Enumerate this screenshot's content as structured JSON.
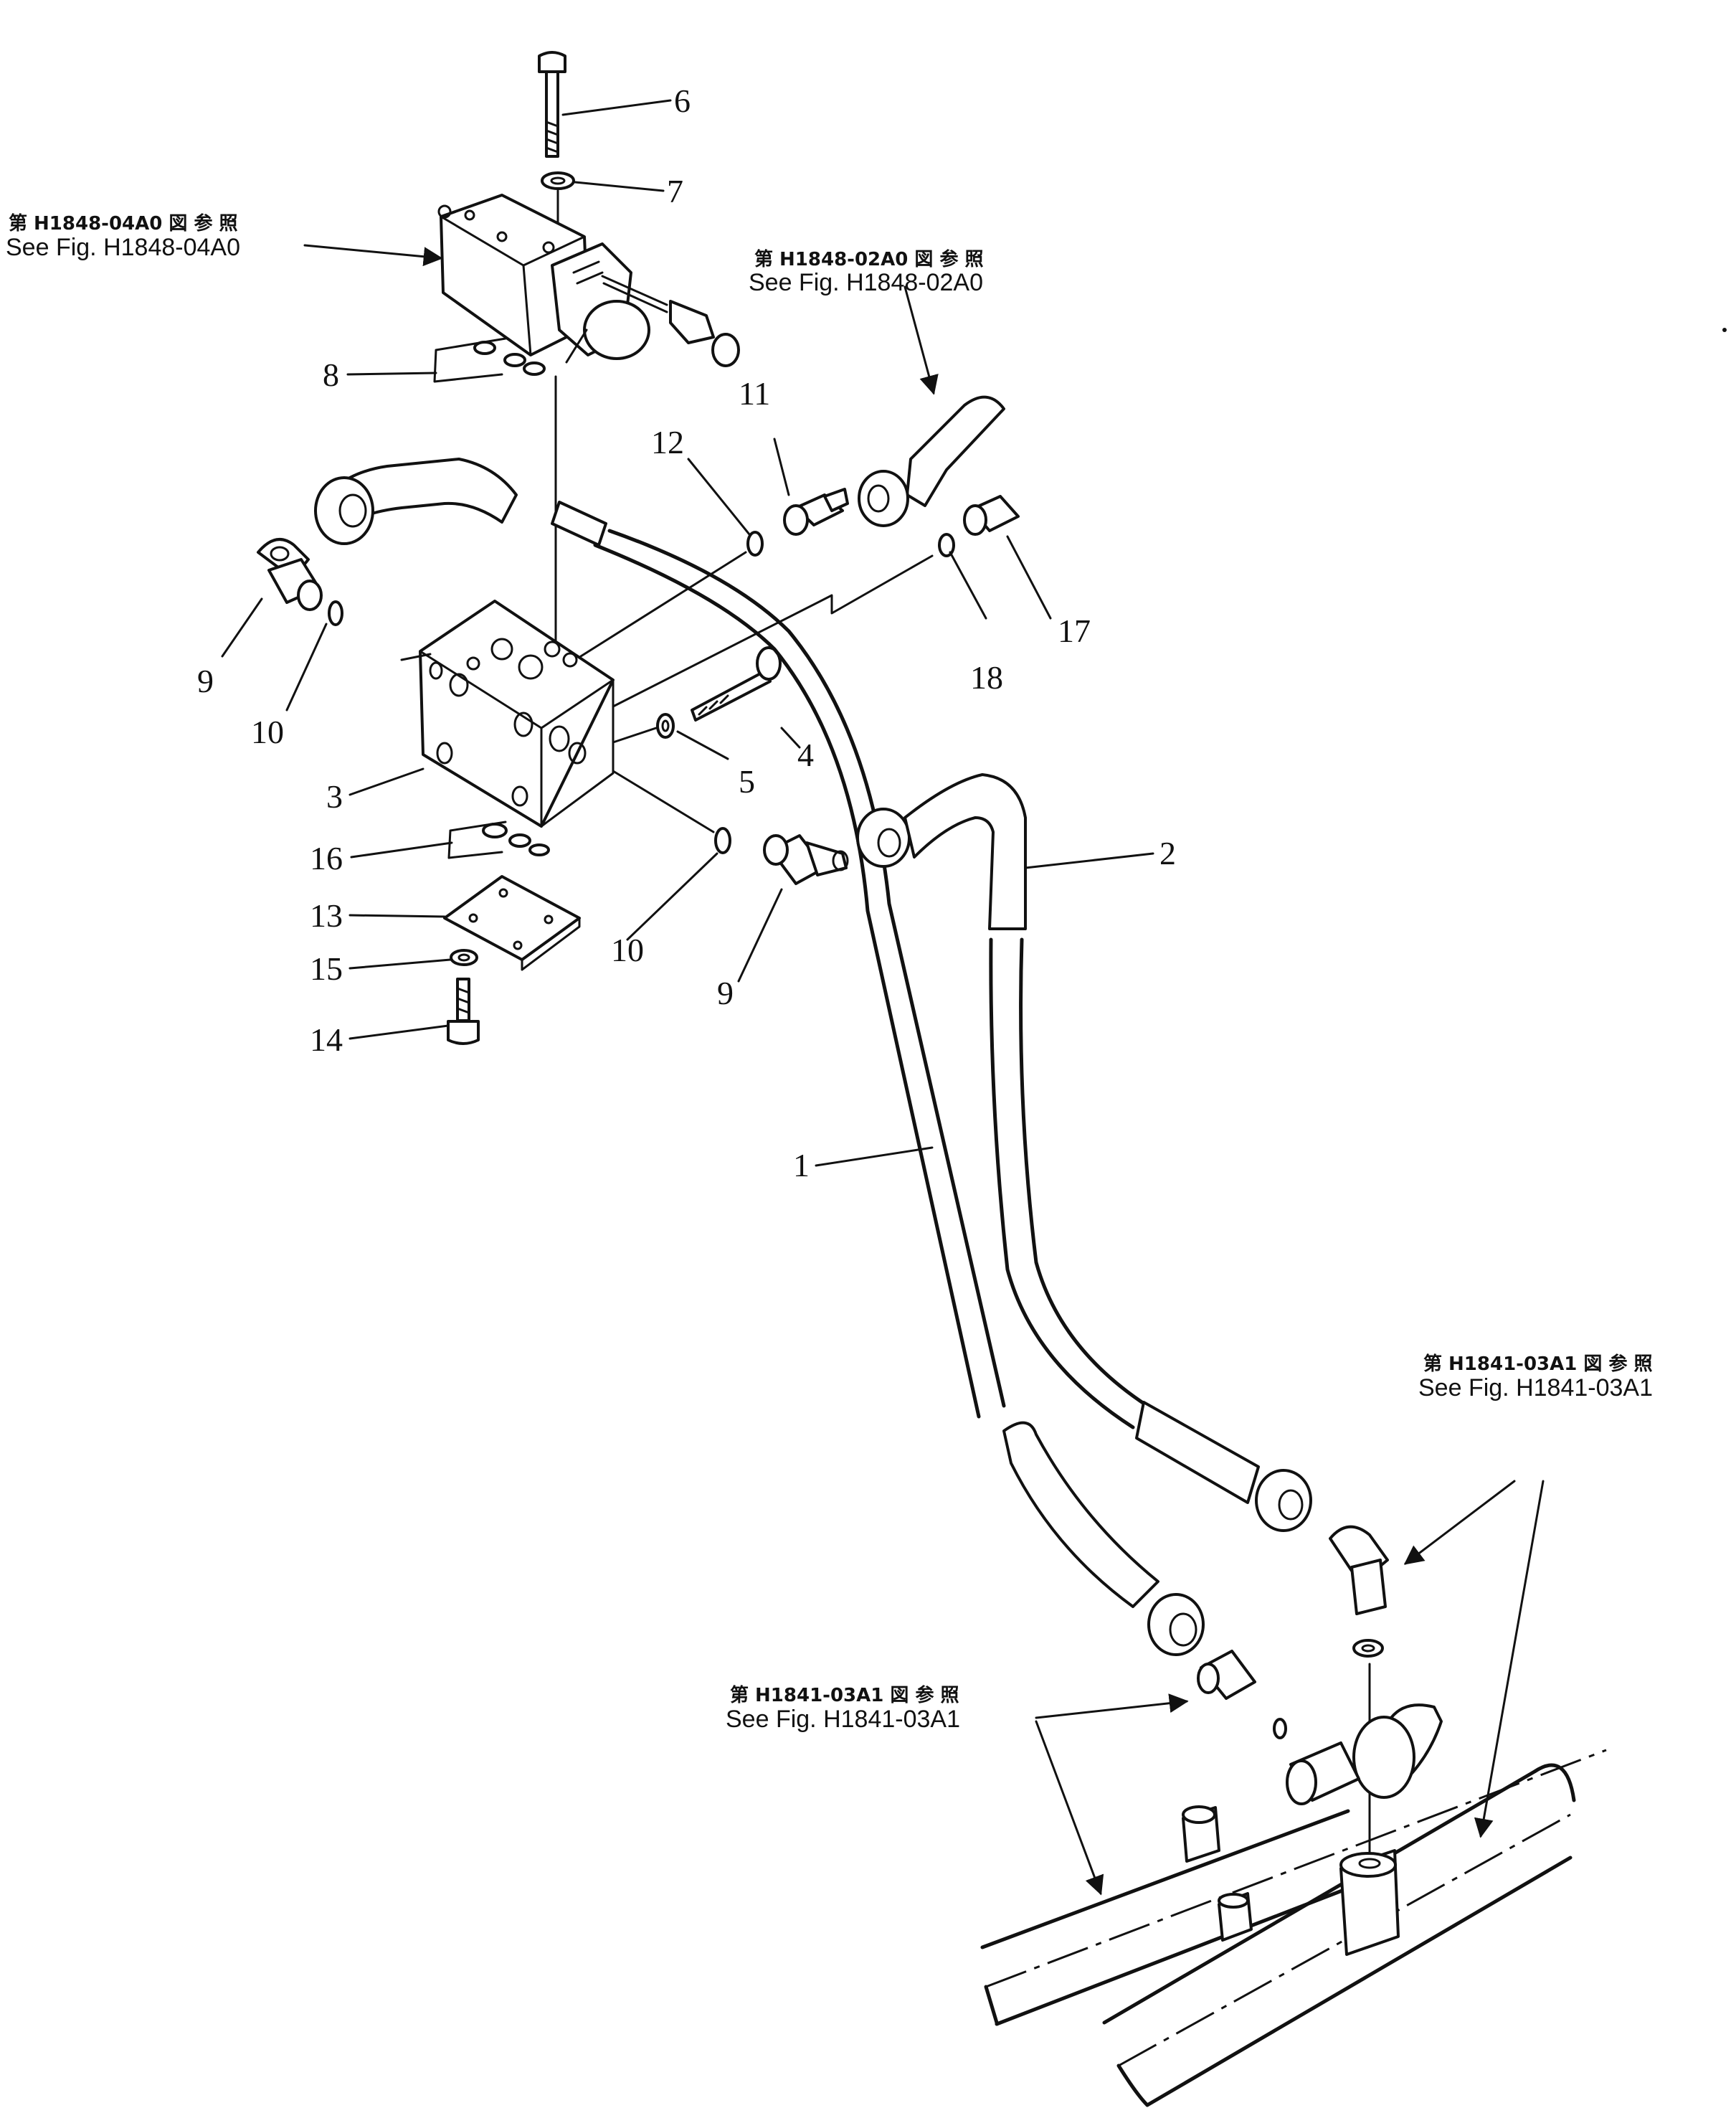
{
  "callouts": [
    {
      "id": "c1",
      "text": "1"
    },
    {
      "id": "c2",
      "text": "2"
    },
    {
      "id": "c3",
      "text": "3"
    },
    {
      "id": "c4",
      "text": "4"
    },
    {
      "id": "c5",
      "text": "5"
    },
    {
      "id": "c6",
      "text": "6"
    },
    {
      "id": "c7",
      "text": "7"
    },
    {
      "id": "c8",
      "text": "8"
    },
    {
      "id": "c9a",
      "text": "9"
    },
    {
      "id": "c9b",
      "text": "9"
    },
    {
      "id": "c10a",
      "text": "10"
    },
    {
      "id": "c10b",
      "text": "10"
    },
    {
      "id": "c11",
      "text": "11"
    },
    {
      "id": "c12",
      "text": "12"
    },
    {
      "id": "c13",
      "text": "13"
    },
    {
      "id": "c14",
      "text": "14"
    },
    {
      "id": "c15",
      "text": "15"
    },
    {
      "id": "c16",
      "text": "16"
    },
    {
      "id": "c17",
      "text": "17"
    },
    {
      "id": "c18",
      "text": "18"
    }
  ],
  "references": {
    "r_h1848_04a0": {
      "jp": "第 H1848-04A0 図 参 照",
      "en": "See Fig. H1848-04A0"
    },
    "r_h1848_02a0": {
      "jp": "第 H1848-02A0 図 参 照",
      "en": "See Fig. H1848-02A0"
    },
    "r_h1841_03a1_right": {
      "jp": "第 H1841-03A1 図 参 照",
      "en": "See Fig. H1841-03A1"
    },
    "r_h1841_03a1_bottom": {
      "jp": "第 H1841-03A1 図 参 照",
      "en": "See Fig. H1841-03A1"
    }
  },
  "colors": {
    "ink": "#111111",
    "paper": "#ffffff"
  }
}
